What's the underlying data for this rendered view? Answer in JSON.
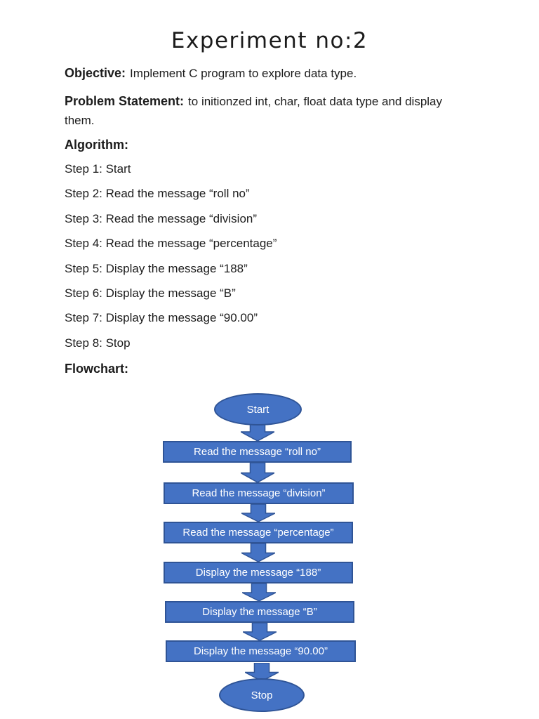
{
  "page": {
    "title": "Experiment no:2"
  },
  "sections": {
    "objective_label": "Objective:",
    "objective_text": "Implement C program to explore data type.",
    "problem_label": "Problem Statement:",
    "problem_text": "to initionzed int, char, float data type and display them.",
    "algorithm_label": "Algorithm:",
    "steps": [
      "Step 1: Start",
      "Step 2: Read the message “roll no”",
      "Step 3: Read the message “division”",
      "Step 4: Read the message “percentage”",
      "Step 5: Display the message “188”",
      "Step 6: Display the message “B”",
      "Step 7: Display the message “90.00”",
      "Step 8: Stop"
    ],
    "flowchart_label": "Flowchart:"
  },
  "flowchart": {
    "start": "Start",
    "nodes": [
      "Read the message “roll no”",
      "Read the message “division”",
      "Read the message “percentage”",
      "Display the message “188”",
      "Display the message “B”",
      "Display the message “90.00”"
    ],
    "stop": "Stop",
    "colors": {
      "shape_fill": "#4472C4",
      "shape_border": "#2F5496",
      "shape_text": "#FFFFFF",
      "body_text": "#1C1C1C",
      "background": "#FFFFFF"
    }
  }
}
